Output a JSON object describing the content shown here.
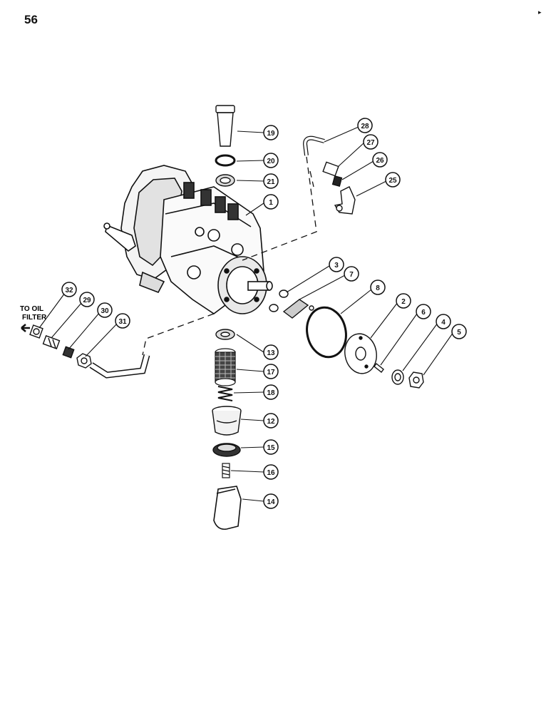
{
  "page": {
    "number": "56",
    "corner_mark": "▸"
  },
  "note": {
    "line1": "TO OIL",
    "line2": "FILTER"
  },
  "callouts": [
    "1",
    "2",
    "3",
    "4",
    "5",
    "6",
    "7",
    "8",
    "12",
    "13",
    "14",
    "15",
    "16",
    "17",
    "18",
    "19",
    "20",
    "21",
    "25",
    "26",
    "27",
    "28",
    "29",
    "30",
    "31",
    "32"
  ],
  "colors": {
    "ink": "#111111",
    "paper": "#ffffff"
  }
}
